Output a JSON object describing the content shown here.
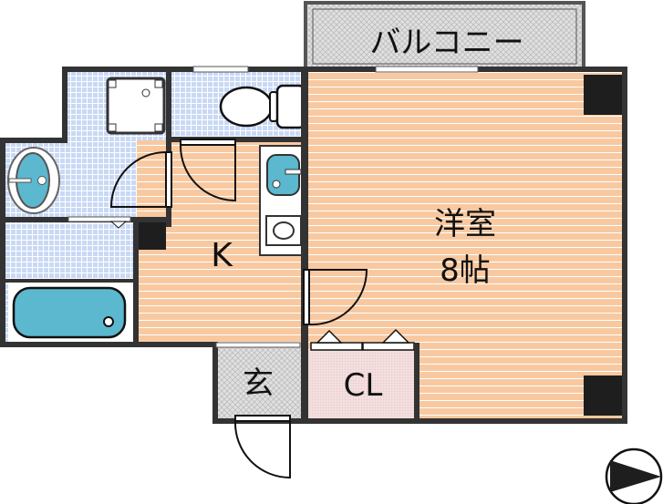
{
  "plan": {
    "balcony_label": "バルコニー",
    "western_room_label": "洋室",
    "western_room_size": "8帖",
    "kitchen_label": "K",
    "entrance_label": "玄",
    "closet_label": "CL"
  },
  "colors": {
    "wall": "#333333",
    "floor_wood": "#f8c9a0",
    "wet_area": "#c9d9f5",
    "fixture_blue": "#5bb8cf",
    "closet": "#f3dede",
    "entrance": "#dcdcdc"
  }
}
